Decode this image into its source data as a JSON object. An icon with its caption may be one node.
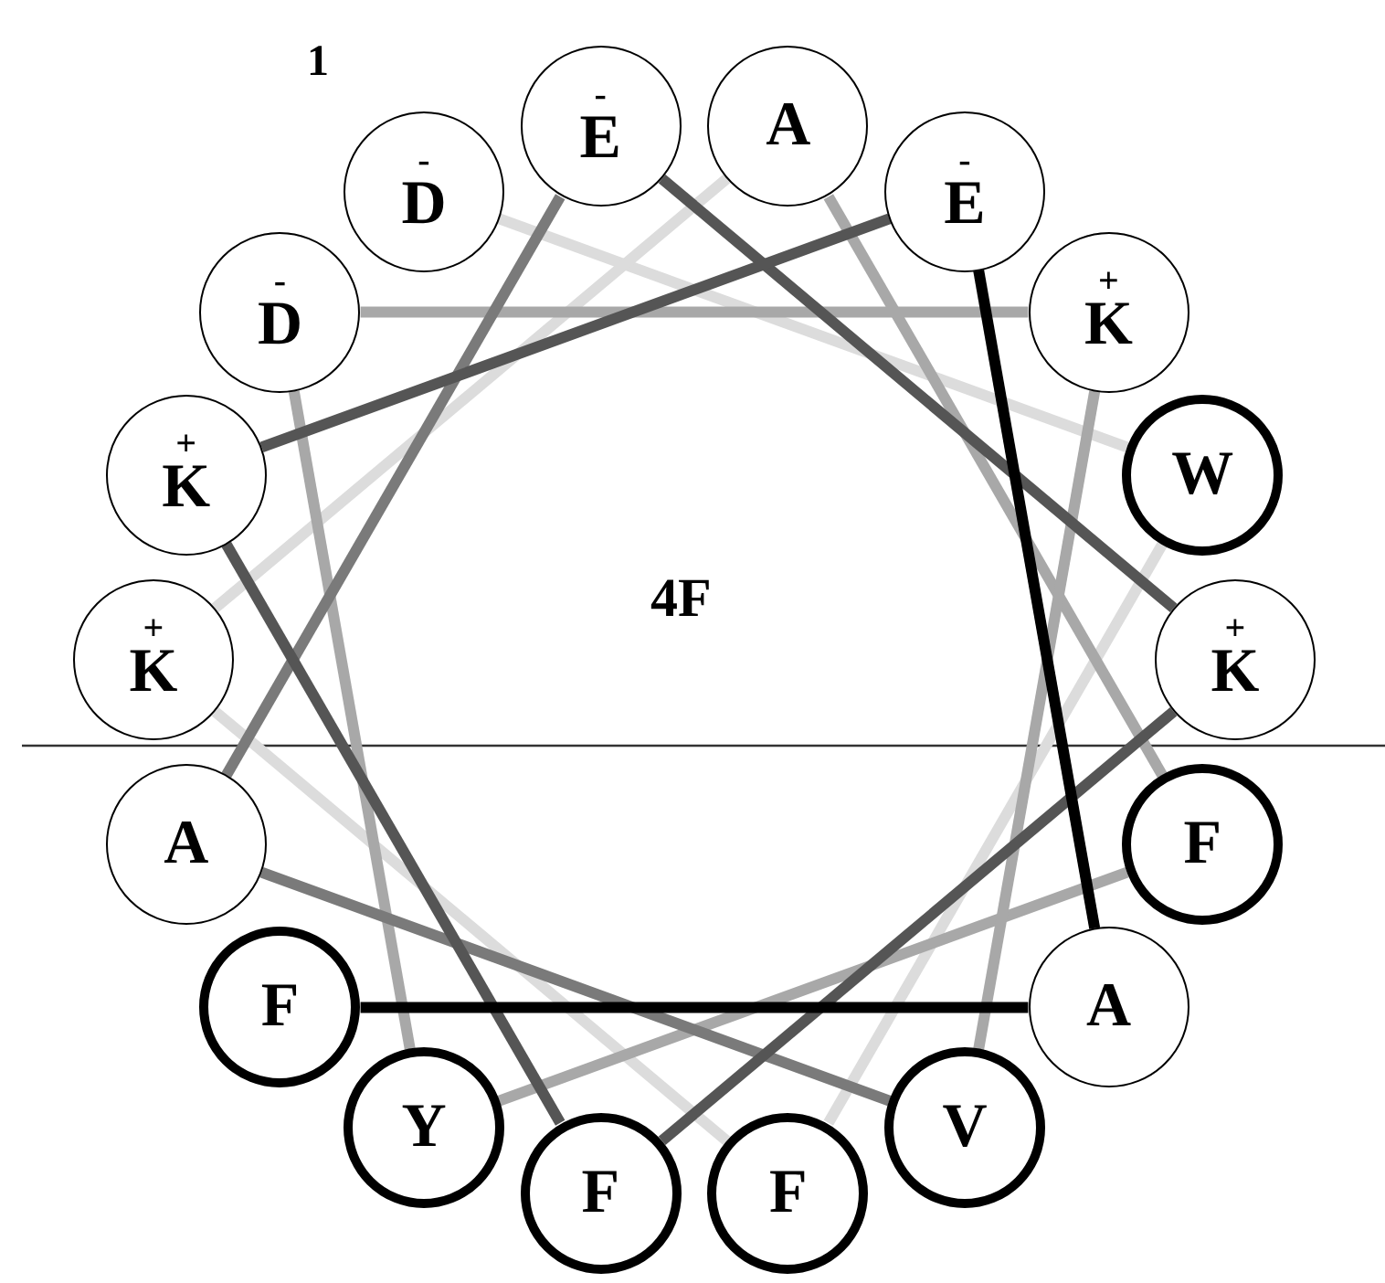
{
  "diagram": {
    "nodes": [
      {
        "text": [
          "-",
          "D"
        ],
        "beside": [
          "1"
        ]
      },
      {
        "text": [
          "W"
        ]
      },
      {
        "text": [
          "F"
        ]
      },
      {
        "text": [
          "+",
          "K"
        ]
      },
      {
        "text": [
          "A"
        ]
      },
      {
        "text": [
          "F"
        ]
      },
      {
        "text": [
          "Y"
        ]
      },
      {
        "text": [
          "-",
          "D"
        ]
      },
      {
        "text": [
          "+",
          "K"
        ]
      },
      {
        "text": [
          "V"
        ]
      },
      {
        "text": [
          "A"
        ]
      },
      {
        "text": [
          "-",
          "E"
        ]
      },
      {
        "text": [
          "+",
          "K"
        ]
      },
      {
        "text": [
          "F"
        ]
      },
      {
        "text": [
          "+",
          "K"
        ]
      },
      {
        "text": [
          "-",
          "E"
        ]
      },
      {
        "text": [
          "A"
        ]
      },
      {
        "text": [
          "F"
        ]
      }
    ],
    "edges": [
      {
        "from": 0,
        "to": 1,
        "arrow": "none",
        "color": "#dcdcdc"
      },
      {
        "from": 1,
        "to": 2,
        "arrow": "none",
        "color": "#dcdcdc"
      },
      {
        "from": 2,
        "to": 3,
        "arrow": "none",
        "color": "#dcdcdc"
      },
      {
        "from": 3,
        "to": 4,
        "arrow": "none",
        "color": "#dcdcdc"
      },
      {
        "from": 4,
        "to": 5,
        "arrow": "none"
      },
      {
        "from": 5,
        "to": 6,
        "arrow": "none"
      },
      {
        "from": 6,
        "to": 7,
        "arrow": "none"
      },
      {
        "from": 7,
        "to": 8,
        "arrow": "none"
      },
      {
        "from": 8,
        "to": 9,
        "arrow": "none"
      },
      {
        "from": 9,
        "to": 10,
        "arrow": "none",
        "color": "#7a7a7a"
      },
      {
        "from": 10,
        "to": 11,
        "arrow": "none",
        "color": "#7a7a7a"
      },
      {
        "from": 11,
        "to": 12,
        "arrow": "none",
        "color": "#555555"
      },
      {
        "from": 12,
        "to": 13,
        "arrow": "none",
        "color": "#555555"
      },
      {
        "from": 13,
        "to": 14,
        "arrow": "none",
        "color": "#555555"
      },
      {
        "from": 14,
        "to": 15,
        "arrow": "none",
        "color": "#555555"
      },
      {
        "from": 15,
        "to": 16,
        "arrow": "none",
        "color": "#000000"
      },
      {
        "from": 16,
        "to": 17,
        "arrow": "none",
        "color": "#000000"
      }
    ],
    "labels": [
      "4F"
    ]
  }
}
